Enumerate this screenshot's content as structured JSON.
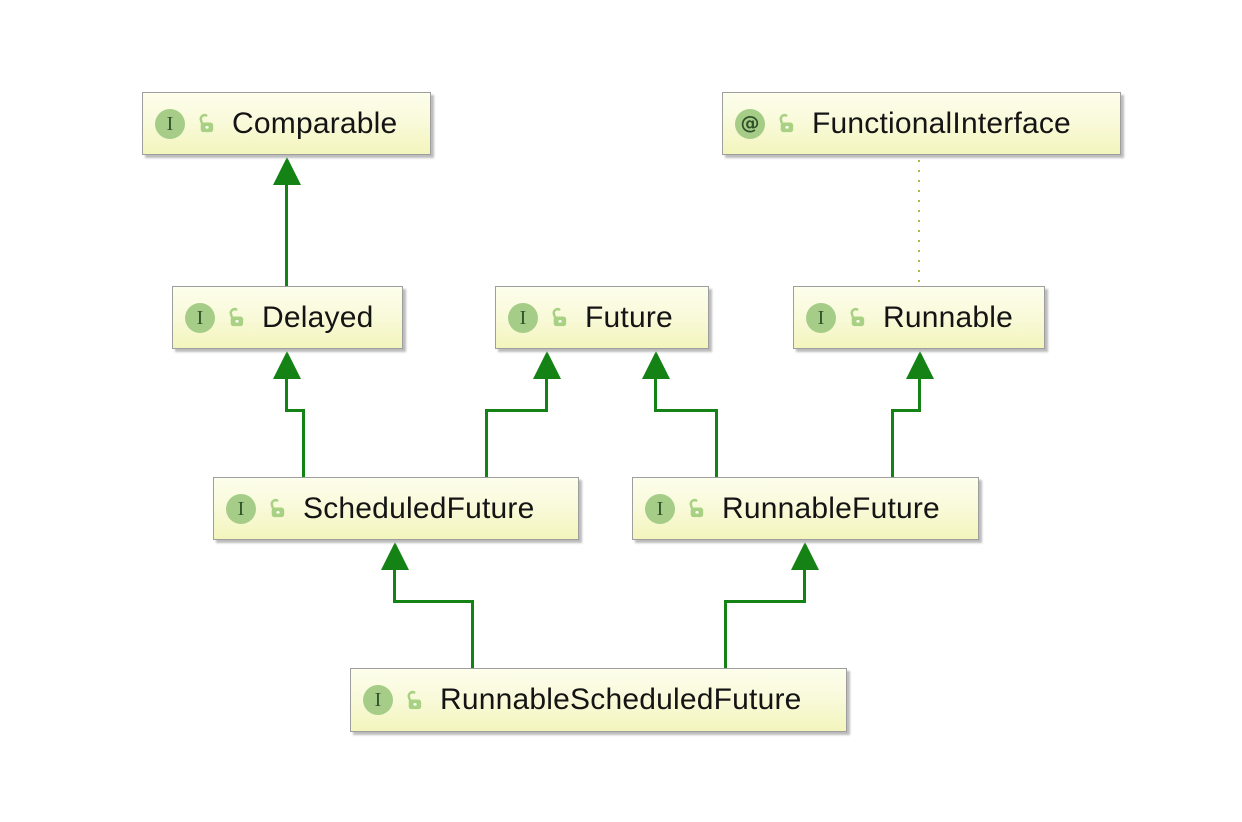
{
  "diagram": {
    "type": "uml-interface-hierarchy",
    "background": "#ffffff",
    "colors": {
      "edge_solid_green": "#148214",
      "edge_dotted_olive": "#b5b545",
      "node_fill_top": "#fdfeec",
      "node_fill_bottom": "#f3f5bd",
      "node_border": "#9e9e9e",
      "node_shadow": "#bcbcbc",
      "icon_circle_green": "#a6cd88",
      "icon_glyph_dark_green": "#31502a",
      "label_color": "#141414"
    },
    "nodes": [
      {
        "id": "comparable",
        "label": "Comparable",
        "kind": "interface",
        "badge": "I"
      },
      {
        "id": "functional-interface",
        "label": "FunctionalInterface",
        "kind": "annotation",
        "badge": "@"
      },
      {
        "id": "delayed",
        "label": "Delayed",
        "kind": "interface",
        "badge": "I"
      },
      {
        "id": "future",
        "label": "Future",
        "kind": "interface",
        "badge": "I"
      },
      {
        "id": "runnable",
        "label": "Runnable",
        "kind": "interface",
        "badge": "I"
      },
      {
        "id": "scheduled-future",
        "label": "ScheduledFuture",
        "kind": "interface",
        "badge": "I"
      },
      {
        "id": "runnable-future",
        "label": "RunnableFuture",
        "kind": "interface",
        "badge": "I"
      },
      {
        "id": "runnable-scheduled-future",
        "label": "RunnableScheduledFuture",
        "kind": "interface",
        "badge": "I"
      }
    ],
    "edges": [
      {
        "from": "Delayed",
        "to": "Comparable",
        "style": "solid-green-arrow"
      },
      {
        "from": "Runnable",
        "to": "FunctionalInterface",
        "style": "dotted-olive"
      },
      {
        "from": "ScheduledFuture",
        "to": "Delayed",
        "style": "solid-green-arrow"
      },
      {
        "from": "ScheduledFuture",
        "to": "Future",
        "style": "solid-green-arrow"
      },
      {
        "from": "RunnableFuture",
        "to": "Future",
        "style": "solid-green-arrow"
      },
      {
        "from": "RunnableFuture",
        "to": "Runnable",
        "style": "solid-green-arrow"
      },
      {
        "from": "RunnableScheduledFuture",
        "to": "ScheduledFuture",
        "style": "solid-green-arrow"
      },
      {
        "from": "RunnableScheduledFuture",
        "to": "RunnableFuture",
        "style": "solid-green-arrow"
      }
    ]
  }
}
